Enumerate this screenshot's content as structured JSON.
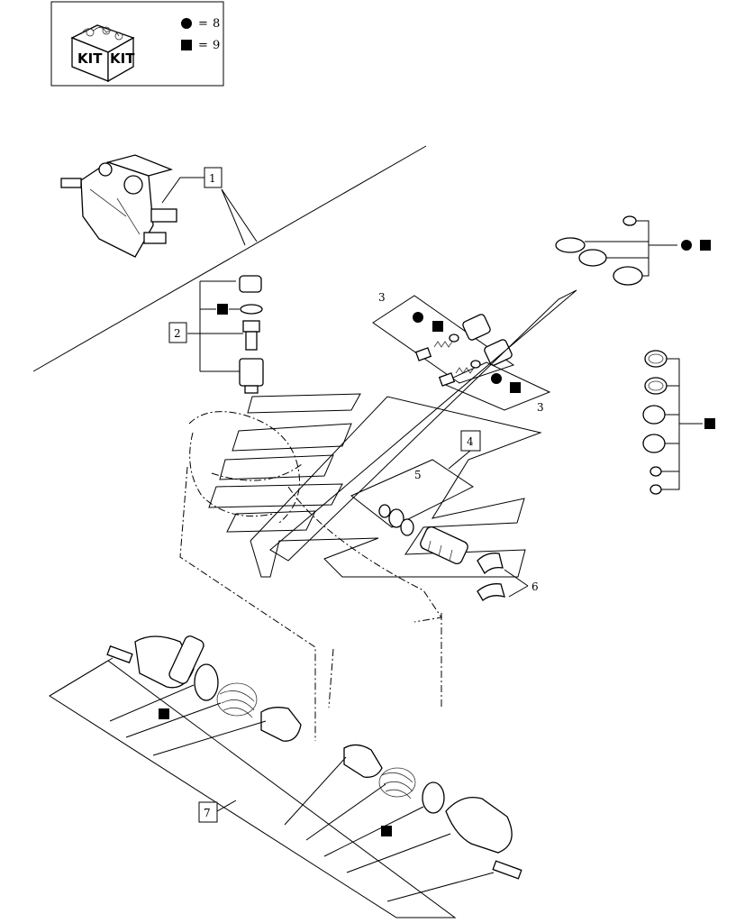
{
  "legend": {
    "kit_label_left": "KIT",
    "kit_label_right": "KIT",
    "circle_entry": {
      "symbol": "circle",
      "equals": "=",
      "value": "8"
    },
    "square_entry": {
      "symbol": "square",
      "equals": "=",
      "value": "9"
    }
  },
  "callouts": {
    "c1": "1",
    "c2": "2",
    "c3a": "3",
    "c3b": "3",
    "c4": "4",
    "c5": "5",
    "c6": "6",
    "c7": "7"
  },
  "colors": {
    "ink": "#000000",
    "paper": "#ffffff"
  }
}
